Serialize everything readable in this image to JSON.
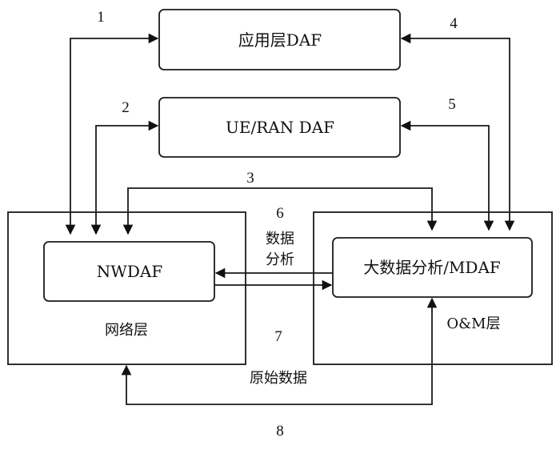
{
  "boxes": {
    "app_layer": "应用层DAF",
    "ue_ran": "UE/RAN DAF",
    "nwdaf": "NWDAF",
    "mdaf": "大数据分析/MDAF",
    "network_layer": "网络层",
    "om_layer": "O&M层"
  },
  "labels": {
    "data_analysis_1": "数据",
    "data_analysis_2": "分析",
    "raw_data": "原始数据"
  },
  "numbers": {
    "n1": "1",
    "n2": "2",
    "n3": "3",
    "n4": "4",
    "n5": "5",
    "n6": "6",
    "n7": "7",
    "n8": "8"
  }
}
